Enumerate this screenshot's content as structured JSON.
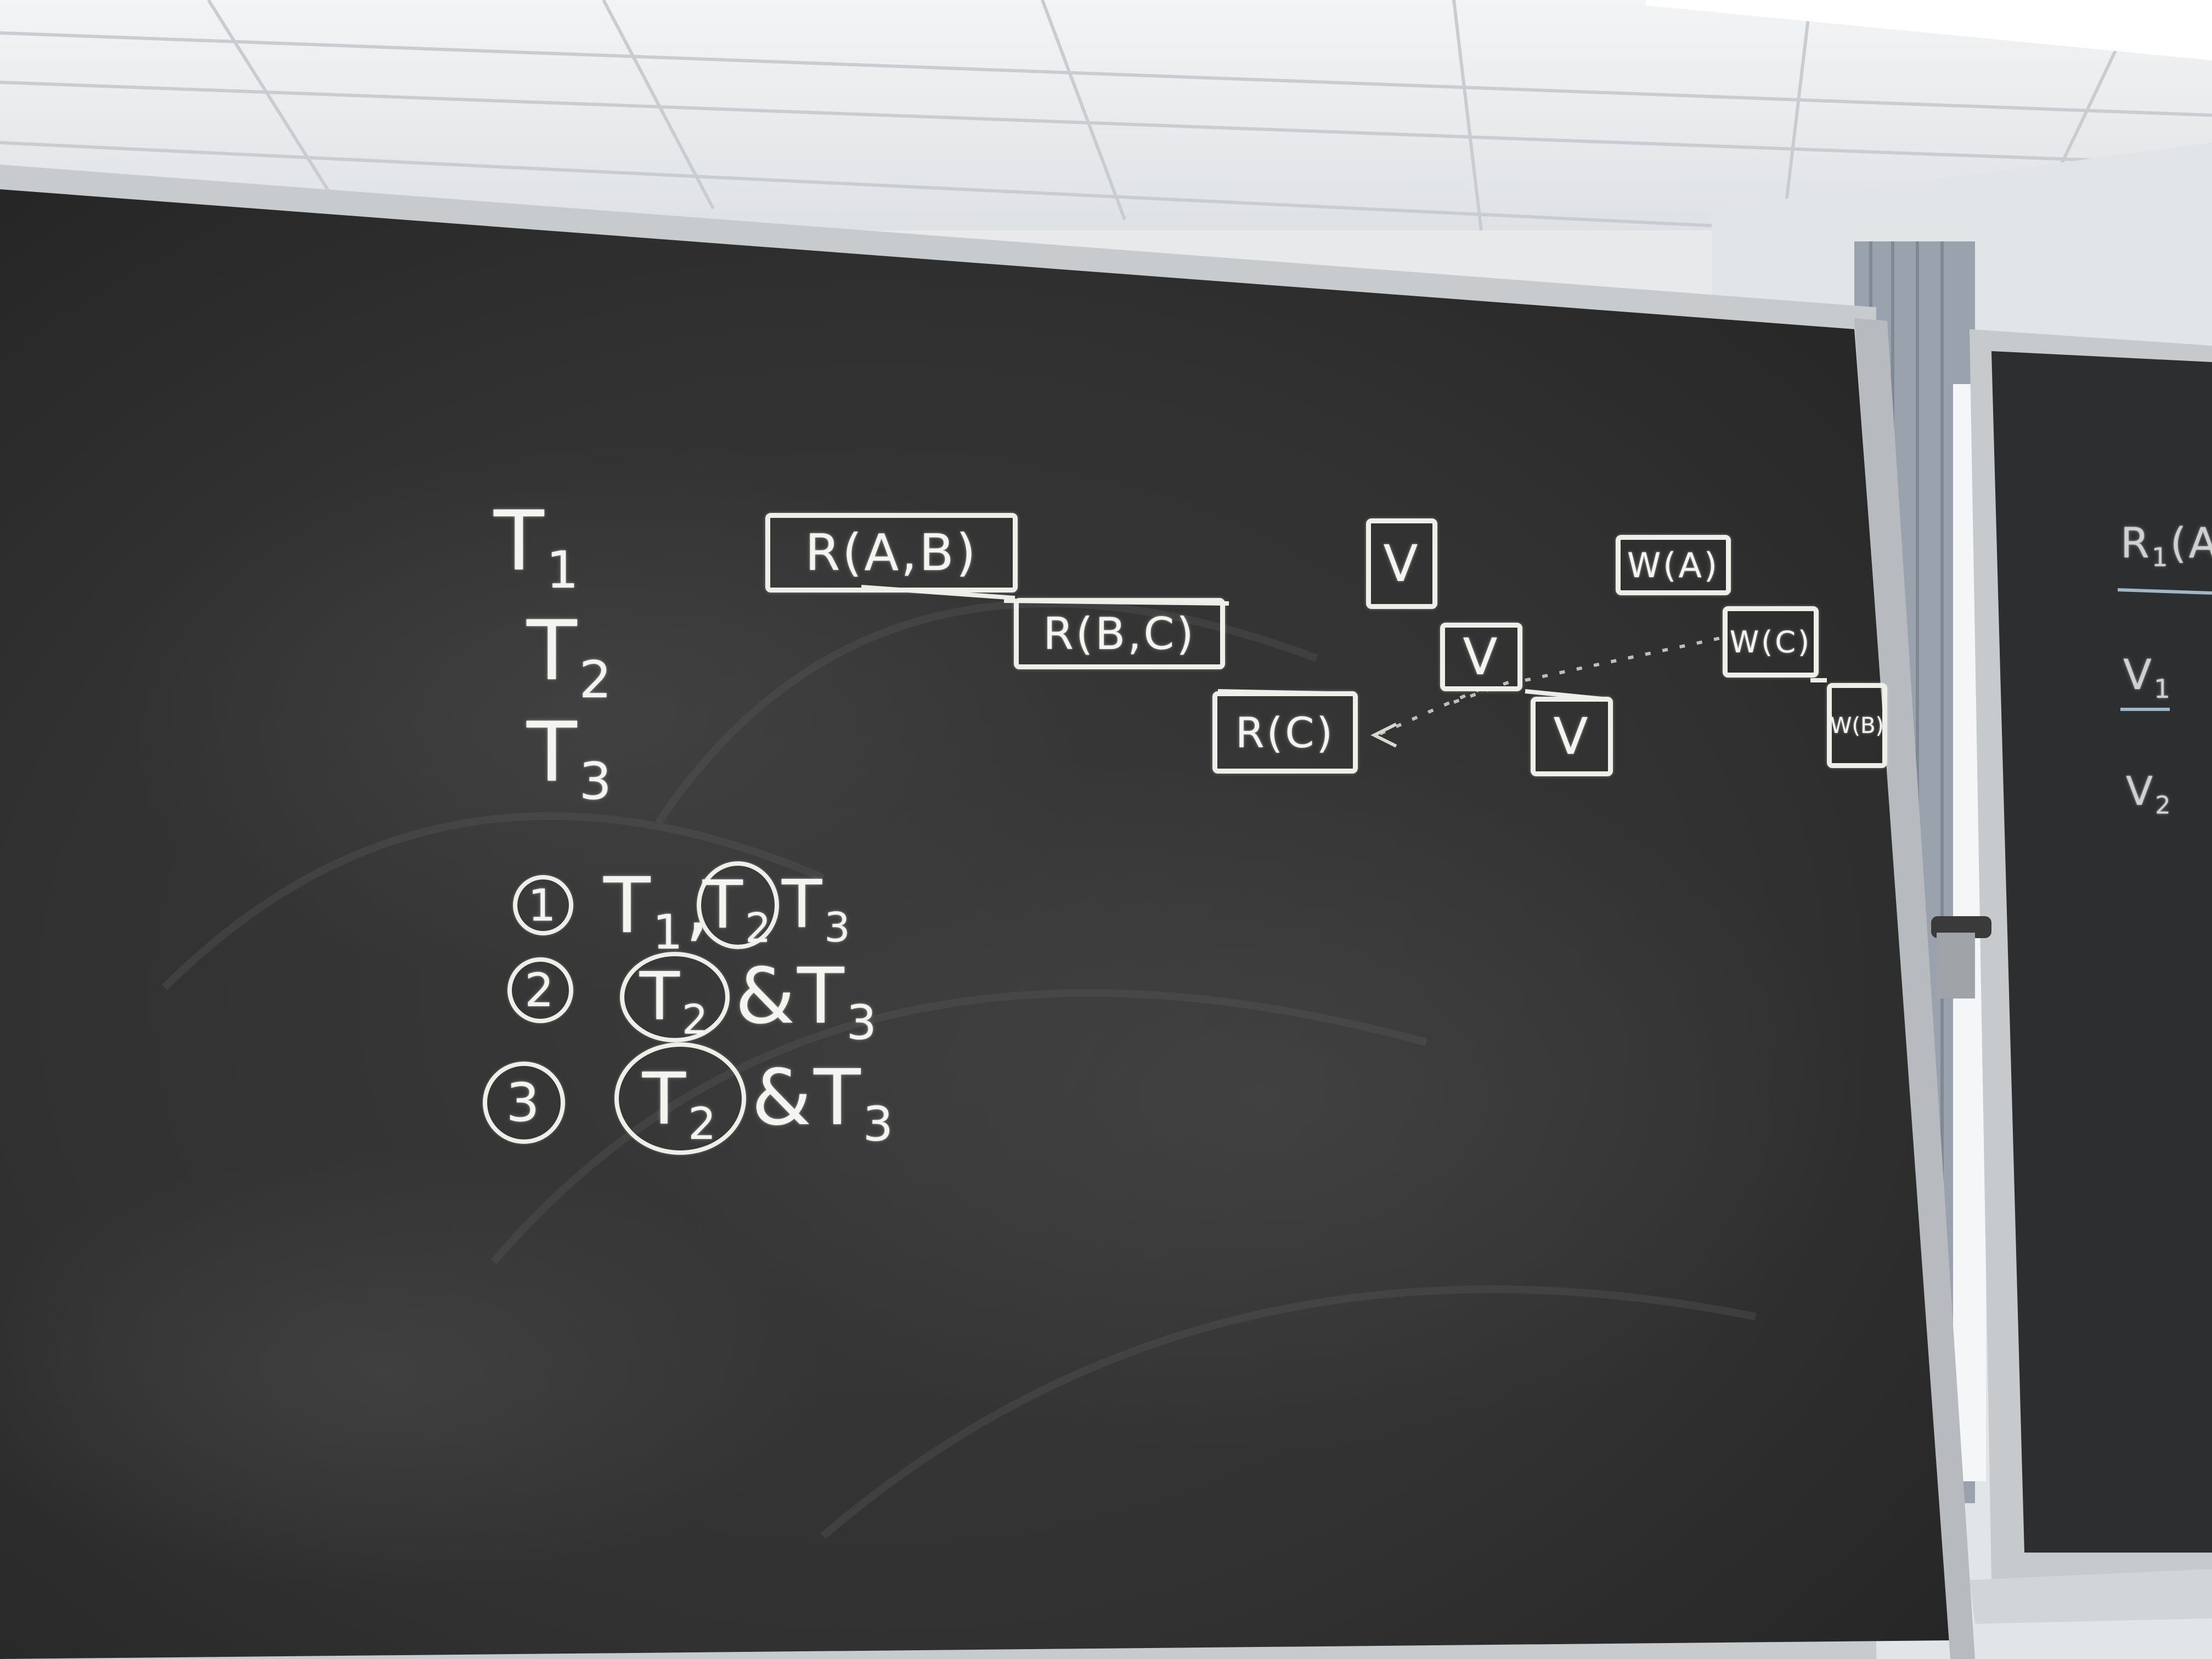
{
  "schedule": {
    "rows": [
      {
        "name": "T",
        "sub": "1"
      },
      {
        "name": "T",
        "sub": "2"
      },
      {
        "name": "T",
        "sub": "3"
      }
    ],
    "ops": {
      "t1_read": "R(A,B)",
      "t2_read": "R(B,C)",
      "t3_read": "R(C)",
      "t1_validate": "V",
      "t2_validate": "V",
      "t3_validate": "V",
      "t1_write": "W(A)",
      "t2_write": "W(C)",
      "t3_write": "W(B)"
    }
  },
  "notes": [
    {
      "num": "1",
      "text_a": "T",
      "sub_a": "1",
      "sep": ",",
      "circled": "T",
      "circled_sub": "2",
      "text_b": "T",
      "sub_b": "3"
    },
    {
      "num": "2",
      "circled": "T",
      "circled_sub": "2",
      "amp": "&",
      "text_b": "T",
      "sub_b": "3"
    },
    {
      "num": "3",
      "circled": "T",
      "circled_sub": "2",
      "amp": "&",
      "text_b": "T",
      "sub_b": "3"
    }
  ],
  "second_board": {
    "line1": "R",
    "line1_sub": "1",
    "line1_rest": "(A",
    "line2": "V",
    "line2_sub": "1",
    "line3": "V",
    "line3_sub": "2"
  }
}
